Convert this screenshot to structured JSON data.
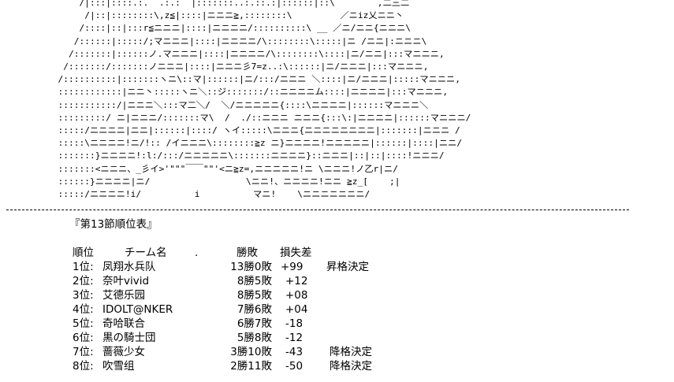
{
  "ascii_art": "      /|:::|::::.:.  .:.:  |:::::::..:.::.:|::::::|::\\        ,二三二",
  "ascii_lines": [
    "       /|::|::::::::\\,z≦|::::|ニニニ≧,::::::::\\         ／ニiz乂ニニ丶",
    "      /::::|::|:::r≦ニニニ|::::|ニニニニ/::::::::::\\ __ ／ニ/ニニ{ニニニ\\",
    "     /::::::|:::::/;マニニニ|::::|ニニニニ/\\::::::::\\:::::|ニ /ニニ|:ニニニ\\",
    "    /:::::::|::::::ノ.マニニニ|::::|ニニニニ/\\::::::::\\::::|ニ/ニニ|:::マニニニ,",
    "   /:::::::/:::::::ノニニニ|::::|ニニニ彡7=z..:\\::::::|ニ/ニニニ|:::マニニニ,",
    "  /::::::::::|:::::::ヽニ\\::マ|::::::|ニ/:::/ニニニ ＼::::|ニ/ニニニ|:::::マニニニ,",
    "  ::::::::::::|ニニ丶:::::ヽニ＼::ジ:::::::/::ニニニニム::::|ニニニニ|:::マニニニ,",
    "  :::::::::::/|ニニニ＼:::マ二＼/  ＼/ニニニニニ{::::\\ニニニニ|::::::マニニニ＼",
    "  :::::::::/ ニ|ニニニ/:::::::マ\\  /  ./::ニニニ ニニニ{:::\\:|ニニニニ|::::::マニニニ/",
    "  :::::/ニニニニ|ニニ|::::::|::::/ ヽイ:::::\\ニニニ{ニニニニニニニニ|:::::::|ニニニ /",
    "  :::::\\ニニニニ!ニ/!:: /イニニニ\\::::::::≧z ニ}ニニニニ!ニニニニニ|::::::|::::|ニニ/",
    "  :::::::}ニニニニ!:l:/:::/ニニニニニ\\:::::::ニニニニ}::ニニニ|::|::|::::!ニニニ/",
    "  :::::::<ニニニ、_彡イ>'\"\"\"￣￣\"\"'<ニ≧z=,ニニニニニ!ニ \\ニニニ!ノ乙r|ニ/",
    "  ::::::}ニニニニ|ニ/                  \\ニニ!、ニニニニ!ニニ ≧z_[    ;|",
    "  :::::/ニニニニ!i/          i          マニ!    \\ニニニニニニニ/"
  ],
  "title": "『第13節順位表』",
  "table": {
    "headers": {
      "rank": "順位",
      "team": "チーム名",
      "dot": ".",
      "record": "勝敗",
      "diff": "損失差"
    },
    "rows": [
      {
        "rank": "1位:",
        "team": "凤翔水兵队",
        "record": "13勝0敗",
        "diff": "+99",
        "note": "昇格決定"
      },
      {
        "rank": "2位:",
        "team": "奈叶vivid",
        "record": "8勝5敗",
        "diff": "+12",
        "note": ""
      },
      {
        "rank": "3位:",
        "team": "艾德乐园",
        "record": "8勝5敗",
        "diff": "+08",
        "note": ""
      },
      {
        "rank": "4位:",
        "team": "IDOLT@NKER",
        "record": "7勝6敗",
        "diff": "+04",
        "note": ""
      },
      {
        "rank": "5位:",
        "team": "奇哈联合",
        "record": "6勝7敗",
        "diff": "-18",
        "note": ""
      },
      {
        "rank": "6位:",
        "team": "黒の騎士団",
        "record": "5勝8敗",
        "diff": "-12",
        "note": ""
      },
      {
        "rank": "7位:",
        "team": "蔷薇少女",
        "record": "3勝10敗",
        "diff": "-43",
        "note": "降格決定"
      },
      {
        "rank": "8位:",
        "team": "吹雪组",
        "record": "2勝11敗",
        "diff": "-50",
        "note": "降格決定"
      }
    ]
  }
}
